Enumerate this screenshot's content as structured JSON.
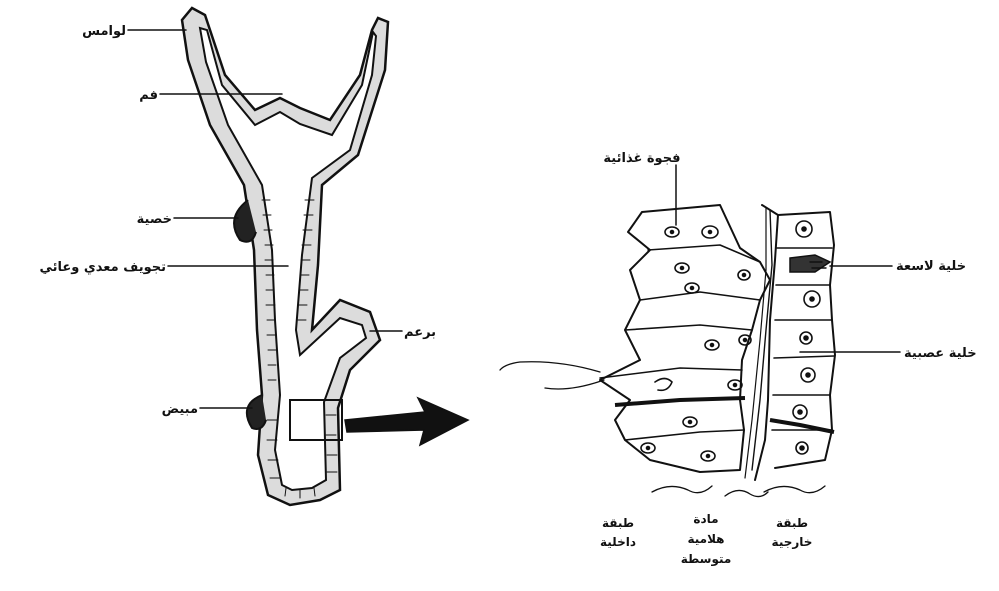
{
  "labels": {
    "tentacle": "لوامس",
    "mouth": "فم",
    "testis": "خصية",
    "gastrovascular_cavity": "تجويف معدي وعائي",
    "bud": "برعم",
    "ovary": "مبيض",
    "food_vacuole": "فجوة غذائية",
    "cnidocyte": "خلية لاسعة",
    "nerve_cell": "خلية عصبية",
    "gastrodermis_l1": "طبقة",
    "gastrodermis_l2": "داخلية",
    "mesoglea_l1": "مادة",
    "mesoglea_l2": "هلامية",
    "mesoglea_l3": "متوسطة",
    "epidermis_l1": "طبقة",
    "epidermis_l2": "خارجية"
  },
  "colors": {
    "ink": "#111111",
    "body_fill": "#d9d9d9",
    "background": "#ffffff"
  },
  "icons": {
    "arrow": "right-arrow-icon"
  }
}
